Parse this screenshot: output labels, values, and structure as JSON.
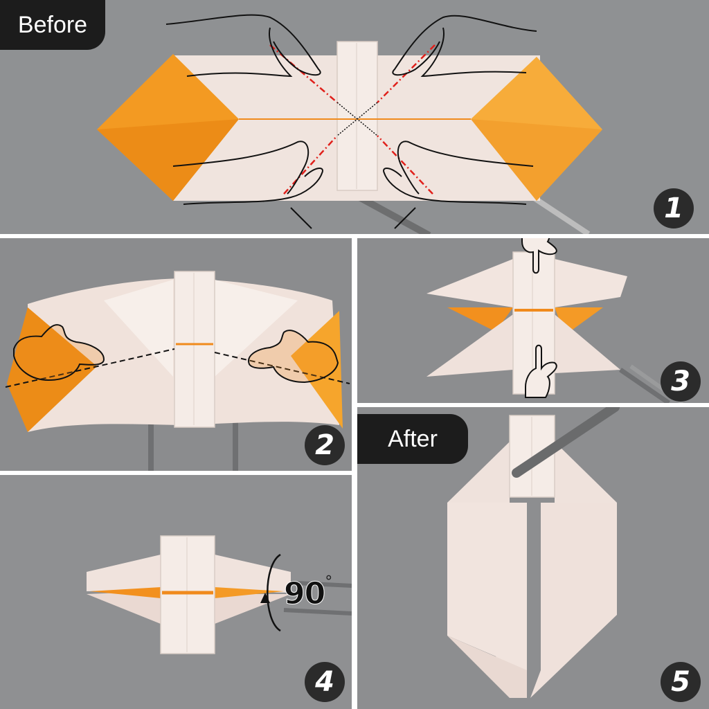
{
  "title": "Origami folding steps 1-5",
  "colors": {
    "background": "#8e8f91",
    "paper_white": "#efe2dc",
    "paper_orange": "#f3931f",
    "badge": "#2b2b2b",
    "tag": "#1c1c1c",
    "fold_line_red": "#e0201b",
    "divider": "#ffffff"
  },
  "labels": {
    "before": "Before",
    "after": "After"
  },
  "steps": [
    {
      "number": "1",
      "description": "Pinch diagonal folds on four corners (red dash-dot lines, black dotted crease guides)"
    },
    {
      "number": "2",
      "description": "Push orange tips inward along dashed line"
    },
    {
      "number": "3",
      "description": "Press center strip with fingers top and bottom"
    },
    {
      "number": "4",
      "description": "Rotate 90 degrees",
      "rotation_label": "90",
      "rotation_unit": "°"
    },
    {
      "number": "5",
      "description": "Finished shape"
    }
  ]
}
